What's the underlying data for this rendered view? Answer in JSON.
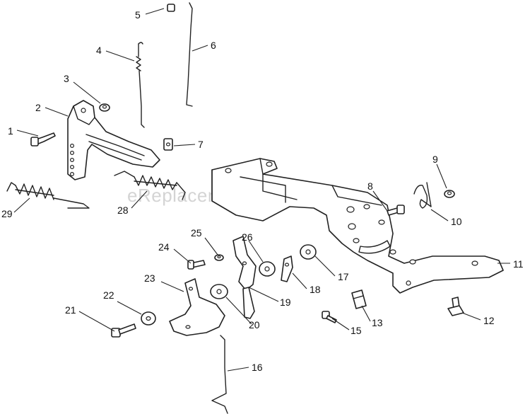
{
  "watermark": "eReplacementParts.com",
  "callouts": [
    {
      "num": "1"
    },
    {
      "num": "2"
    },
    {
      "num": "3"
    },
    {
      "num": "4"
    },
    {
      "num": "5"
    },
    {
      "num": "6"
    },
    {
      "num": "7"
    },
    {
      "num": "8"
    },
    {
      "num": "9"
    },
    {
      "num": "10"
    },
    {
      "num": "11"
    },
    {
      "num": "12"
    },
    {
      "num": "13"
    },
    {
      "num": "15"
    },
    {
      "num": "16"
    },
    {
      "num": "17"
    },
    {
      "num": "18"
    },
    {
      "num": "19"
    },
    {
      "num": "20"
    },
    {
      "num": "21"
    },
    {
      "num": "22"
    },
    {
      "num": "23"
    },
    {
      "num": "24"
    },
    {
      "num": "25"
    },
    {
      "num": "26"
    },
    {
      "num": "28"
    },
    {
      "num": "29"
    }
  ]
}
